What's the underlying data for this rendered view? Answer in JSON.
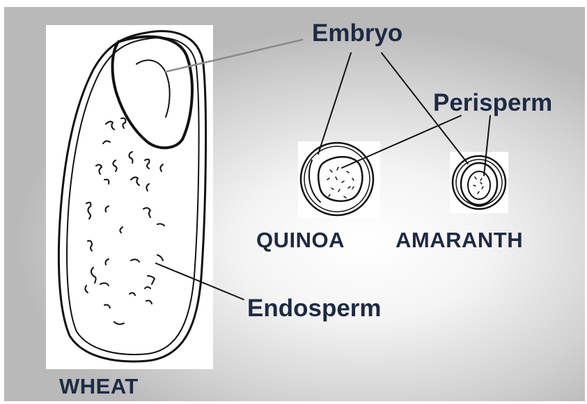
{
  "labels": {
    "embryo": "Embryo",
    "perisperm": "Perisperm",
    "endosperm": "Endosperm",
    "quinoa": "QUINOA",
    "amaranth": "AMARANTH",
    "wheat": "WHEAT"
  },
  "colors": {
    "text": "#1d2a44",
    "ink": "#111111",
    "leader_embryo": "#8a8a8a",
    "panel_white": "#ffffff"
  }
}
